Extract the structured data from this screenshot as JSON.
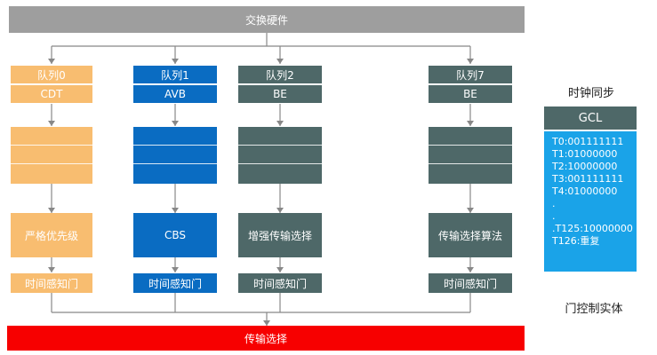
{
  "header": {
    "switch_hardware": "交换硬件"
  },
  "footer": {
    "transmission_select": "传输选择"
  },
  "queues": [
    {
      "name": "队列0",
      "cls": "CDT",
      "algorithm": "严格优先级",
      "gate": "时间感知门"
    },
    {
      "name": "队列1",
      "cls": "AVB",
      "algorithm": "CBS",
      "gate": "时间感知门"
    },
    {
      "name": "队列2",
      "cls": "BE",
      "algorithm": "增强传输选择",
      "gate": "时间感知门"
    },
    {
      "name": "队列7",
      "cls": "BE",
      "algorithm": "传输选择算法",
      "gate": "时间感知门"
    }
  ],
  "gcl": {
    "title": "时钟同步",
    "header": "GCL",
    "entries": [
      "T0:001111111",
      "T1:01000000",
      "T2:10000000",
      "T3:001111111",
      "T4:01000000",
      ".",
      ".",
      ".T125:10000000",
      "T126:重复"
    ],
    "entity_label": "门控制实体"
  },
  "colors": {
    "orange": "#f8bd70",
    "blue": "#0a6cc2",
    "slate": "#4e6868",
    "red": "#f70000",
    "cyan": "#1aa3e8",
    "gray": "#9e9e9e"
  }
}
